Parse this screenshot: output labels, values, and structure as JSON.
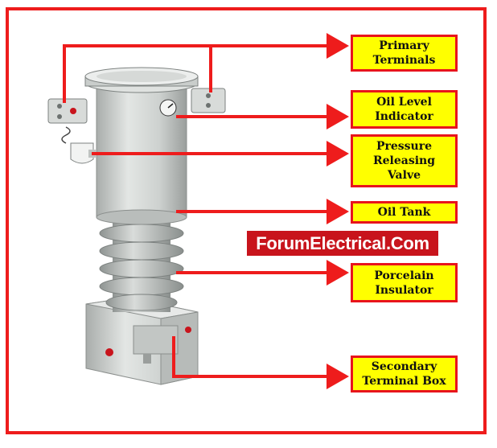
{
  "labels": {
    "primary_terminals": "Primary\nTerminals",
    "oil_level_indicator": "Oil Level\nIndicator",
    "pressure_releasing_valve": "Pressure\nReleasing\nValve",
    "oil_tank": "Oil Tank",
    "porcelain_insulator": "Porcelain\nInsulator",
    "secondary_terminal_box": "Secondary\nTerminal Box"
  },
  "watermark": "ForumElectrical.Com",
  "colors": {
    "frame": "#ee1c1c",
    "label_fill": "#ffff00",
    "arrow": "#ee1c1c",
    "brand_bg": "#c8141c",
    "equipment": "#cfd3d1"
  }
}
